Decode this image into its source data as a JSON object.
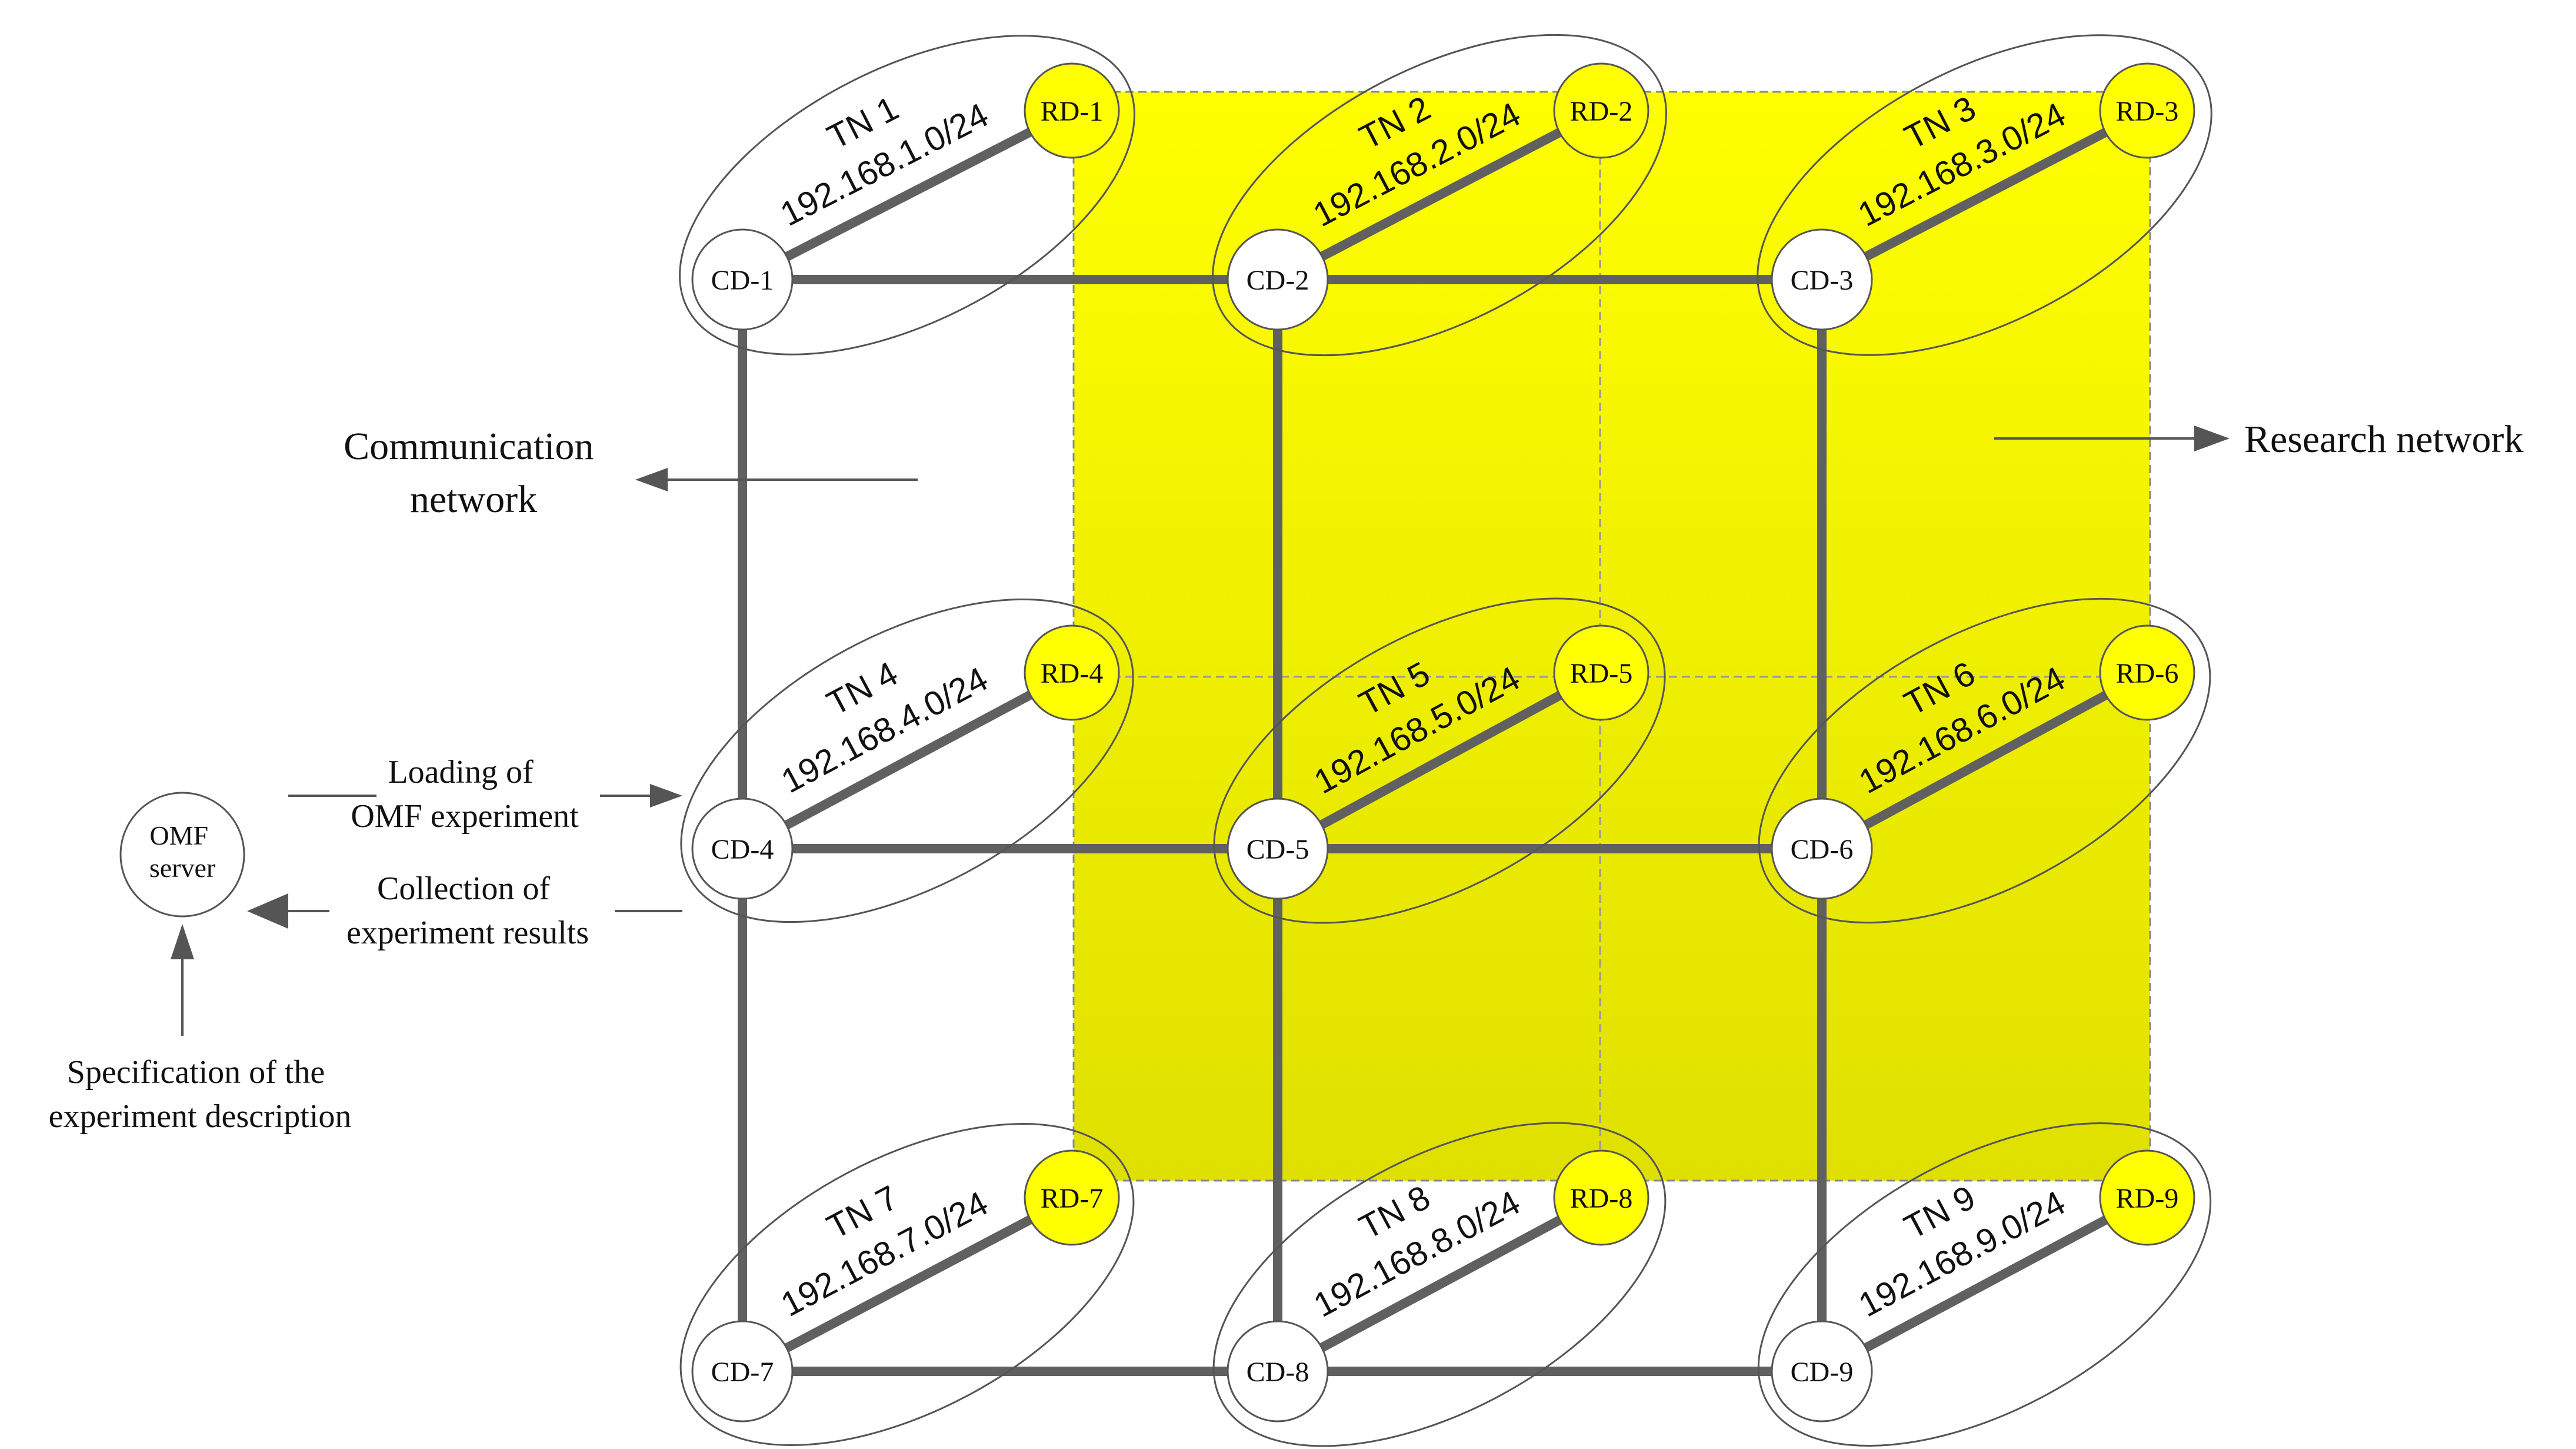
{
  "colors": {
    "research_fill_top": "#ffff00",
    "research_fill_bottom": "#e0e000",
    "link": "#606060",
    "rd_fill": "#ffff00",
    "cd_fill": "#ffffff",
    "stroke": "#555555",
    "text": "#111111"
  },
  "labels": {
    "communication_network": [
      "Communication",
      "network"
    ],
    "research_network": "Research network",
    "omf_server": [
      "OMF",
      "server"
    ],
    "loading": [
      "Loading of",
      "OMF experiment"
    ],
    "collection": [
      "Collection of",
      "experiment results"
    ],
    "specification": [
      "Specification of the",
      "experiment description"
    ]
  },
  "test_networks": [
    {
      "tn": "TN 1",
      "subnet": "192.168.1.0/24",
      "cd": "CD-1",
      "rd": "RD-1"
    },
    {
      "tn": "TN 2",
      "subnet": "192.168.2.0/24",
      "cd": "CD-2",
      "rd": "RD-2"
    },
    {
      "tn": "TN 3",
      "subnet": "192.168.3.0/24",
      "cd": "CD-3",
      "rd": "RD-3"
    },
    {
      "tn": "TN 4",
      "subnet": "192.168.4.0/24",
      "cd": "CD-4",
      "rd": "RD-4"
    },
    {
      "tn": "TN 5",
      "subnet": "192.168.5.0/24",
      "cd": "CD-5",
      "rd": "RD-5"
    },
    {
      "tn": "TN 6",
      "subnet": "192.168.6.0/24",
      "cd": "CD-6",
      "rd": "RD-6"
    },
    {
      "tn": "TN 7",
      "subnet": "192.168.7.0/24",
      "cd": "CD-7",
      "rd": "RD-7"
    },
    {
      "tn": "TN 8",
      "subnet": "192.168.8.0/24",
      "cd": "CD-8",
      "rd": "RD-8"
    },
    {
      "tn": "TN 9",
      "subnet": "192.168.9.0/24",
      "cd": "CD-9",
      "rd": "RD-9"
    }
  ]
}
